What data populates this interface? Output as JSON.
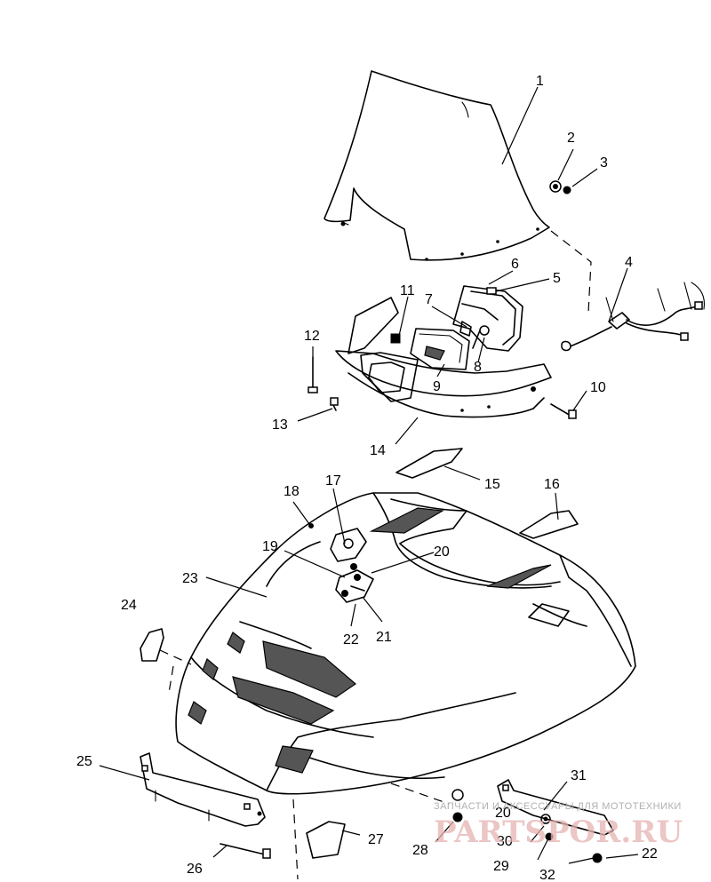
{
  "callouts": {
    "c1": "1",
    "c2": "2",
    "c3": "3",
    "c4": "4",
    "c5": "5",
    "c6": "6",
    "c7": "7",
    "c8": "8",
    "c9": "9",
    "c10": "10",
    "c11": "11",
    "c12": "12",
    "c13": "13",
    "c14": "14",
    "c15": "15",
    "c16": "16",
    "c17": "17",
    "c18": "18",
    "c19": "19",
    "c20a": "20",
    "c20b": "20",
    "c21": "21",
    "c22a": "22",
    "c22b": "22",
    "c23": "23",
    "c24": "24",
    "c25": "25",
    "c26": "26",
    "c27": "27",
    "c28": "28",
    "c29": "29",
    "c30": "30",
    "c31": "31",
    "c32": "32"
  },
  "watermark": {
    "caption": "ЗАПЧАСТИ И АКСЕССУАРЫ ДЛЯ МОТОТЕХНИКИ",
    "logo": "PARTSPOR.RU"
  }
}
